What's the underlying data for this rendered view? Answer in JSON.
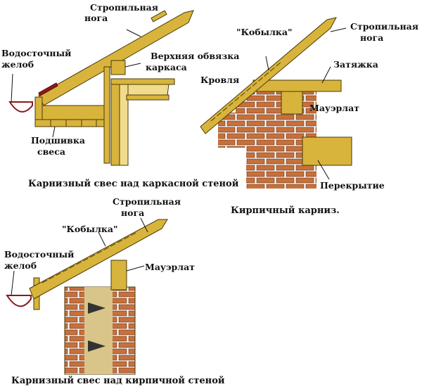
{
  "colors": {
    "wood": "#D8B43C",
    "wood_light": "#F0DC8C",
    "outline": "#4A3A08",
    "brick": "#C8703A",
    "gutter": "#8B1A1A"
  },
  "diagram_frame_wall": {
    "rafter": [
      "Стропильная",
      "нога"
    ],
    "gutter": [
      "Водосточный",
      "желоб"
    ],
    "top_plate": [
      "Верхняя обвязка",
      "каркаса"
    ],
    "soffit": [
      "Подшивка",
      "свеса"
    ],
    "caption": "Карнизный свес над каркасной стеной"
  },
  "diagram_brick_cornice": {
    "kobylka": "\"Кобылка\"",
    "rafter": [
      "Стропильная",
      "нога"
    ],
    "tie_beam": "Затяжка",
    "roofing": "Кровля",
    "mauerlat": "Мауэрлат",
    "floor": "Перекрытие",
    "caption": "Кирпичный карниз."
  },
  "diagram_brick_wall": {
    "rafter": [
      "Стропильная",
      "нога"
    ],
    "kobylka": "\"Кобылка\"",
    "gutter": [
      "Водосточный",
      "желоб"
    ],
    "mauerlat": "Мауэрлат",
    "caption": "Карнизный свес над кирпичной стеной"
  }
}
